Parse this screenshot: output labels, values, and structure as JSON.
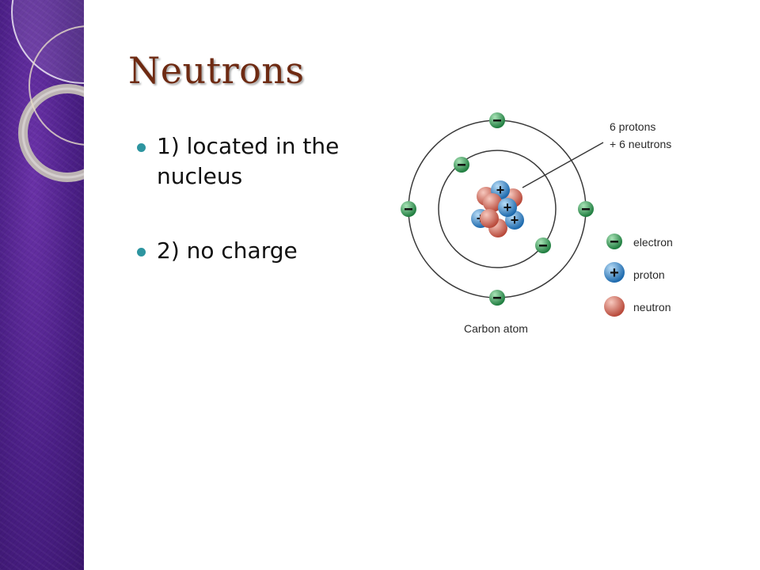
{
  "slide": {
    "title": "Neutrons",
    "bullets": [
      {
        "text": "1)  located in the nucleus"
      },
      {
        "text": "2)  no charge"
      }
    ]
  },
  "diagram": {
    "caption": "Carbon atom",
    "nucleus_label_line1": "6 protons",
    "nucleus_label_line2": "+ 6 neutrons",
    "legend": [
      {
        "label": "electron",
        "icon": "electron-icon"
      },
      {
        "label": "proton",
        "icon": "proton-icon"
      },
      {
        "label": "neutron",
        "icon": "neutron-icon"
      }
    ],
    "colors": {
      "electron": "#2f9a54",
      "proton": "#2f85c8",
      "neutron": "#d9705f",
      "orbit": "#3a3a3a",
      "title": "#6e2a12",
      "bullet": "#2d95a0",
      "band": "#4b1f86"
    }
  }
}
